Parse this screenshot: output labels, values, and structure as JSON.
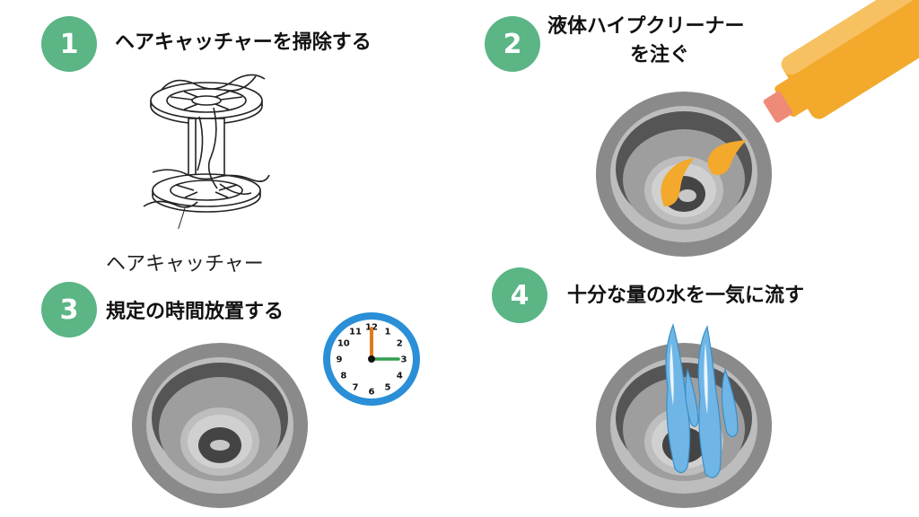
{
  "steps": [
    {
      "number": "1",
      "title": "ヘアキャッチャーを掃除する"
    },
    {
      "number": "2",
      "title_line1": "液体ハイプクリーナー",
      "title_line2": "を注ぐ"
    },
    {
      "number": "3",
      "title": "規定の時間放置する"
    },
    {
      "number": "4",
      "title": "十分な量の水を一気に流す"
    }
  ],
  "hair_catcher_caption": "ヘアキャッチャー",
  "clock": {
    "numbers": [
      "12",
      "1",
      "2",
      "3",
      "4",
      "5",
      "6",
      "7",
      "8",
      "9",
      "10",
      "11"
    ],
    "time_shown": "3:00"
  },
  "colors": {
    "badge": "#5bb585",
    "drain_rim": "#8a8a8a",
    "drain_inner": "#444444",
    "liquid": "#f2a92c",
    "water": "#6fb6e6",
    "clock_ring": "#2a8fd6"
  },
  "icons": [
    "hair-catcher-icon",
    "drain-icon",
    "cleaner-bottle-icon",
    "clock-icon",
    "water-splash-icon"
  ]
}
